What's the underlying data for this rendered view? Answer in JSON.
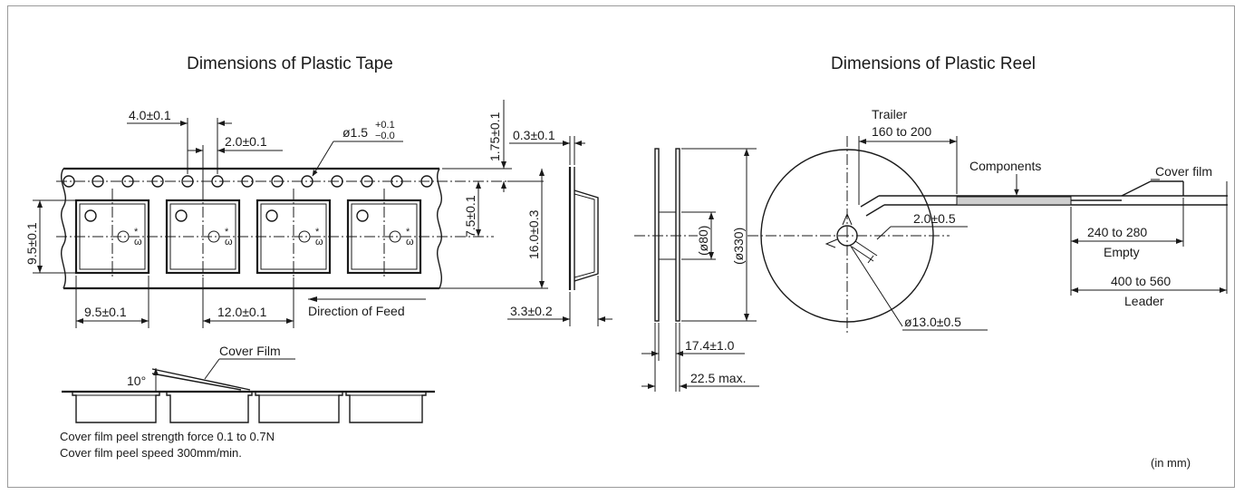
{
  "tape": {
    "title": "Dimensions of Plastic Tape",
    "dim_pitch_holes": "4.0±0.1",
    "dim_hole_to_cavity": "2.0±0.1",
    "dim_hole_dia_base": "ø1.5",
    "dim_hole_dia_tol_plus": "+0.1",
    "dim_hole_dia_tol_minus": "−0.0",
    "dim_edge_to_hole": "1.75±0.1",
    "dim_thickness": "0.3±0.1",
    "dim_center": "7.5±0.1",
    "dim_width": "16.0±0.3",
    "dim_cavity_height": "9.5±0.1",
    "dim_cavity_width": "9.5±0.1",
    "dim_cavity_pitch": "12.0±0.1",
    "direction_label": "Direction of Feed",
    "dim_depth": "3.3±0.2",
    "cover_film_label": "Cover Film",
    "angle_label": "10°",
    "note_1": "Cover film peel strength force 0.1 to 0.7N",
    "note_2": "Cover film peel speed 300mm/min."
  },
  "reel": {
    "title": "Dimensions of Plastic Reel",
    "trailer_label": "Trailer",
    "trailer_range": "160 to 200",
    "components_label": "Components",
    "cover_film_label": "Cover film",
    "dim_slot": "2.0±0.5",
    "empty_range": "240 to 280",
    "empty_label": "Empty",
    "leader_range": "400 to 560",
    "leader_label": "Leader",
    "hub_dia": "(ø80)",
    "reel_dia": "(ø330)",
    "arbor_dia": "ø13.0±0.5",
    "dim_inner_width": "17.4±1.0",
    "dim_outer_width": "22.5 max."
  },
  "units_note": "(in mm)"
}
